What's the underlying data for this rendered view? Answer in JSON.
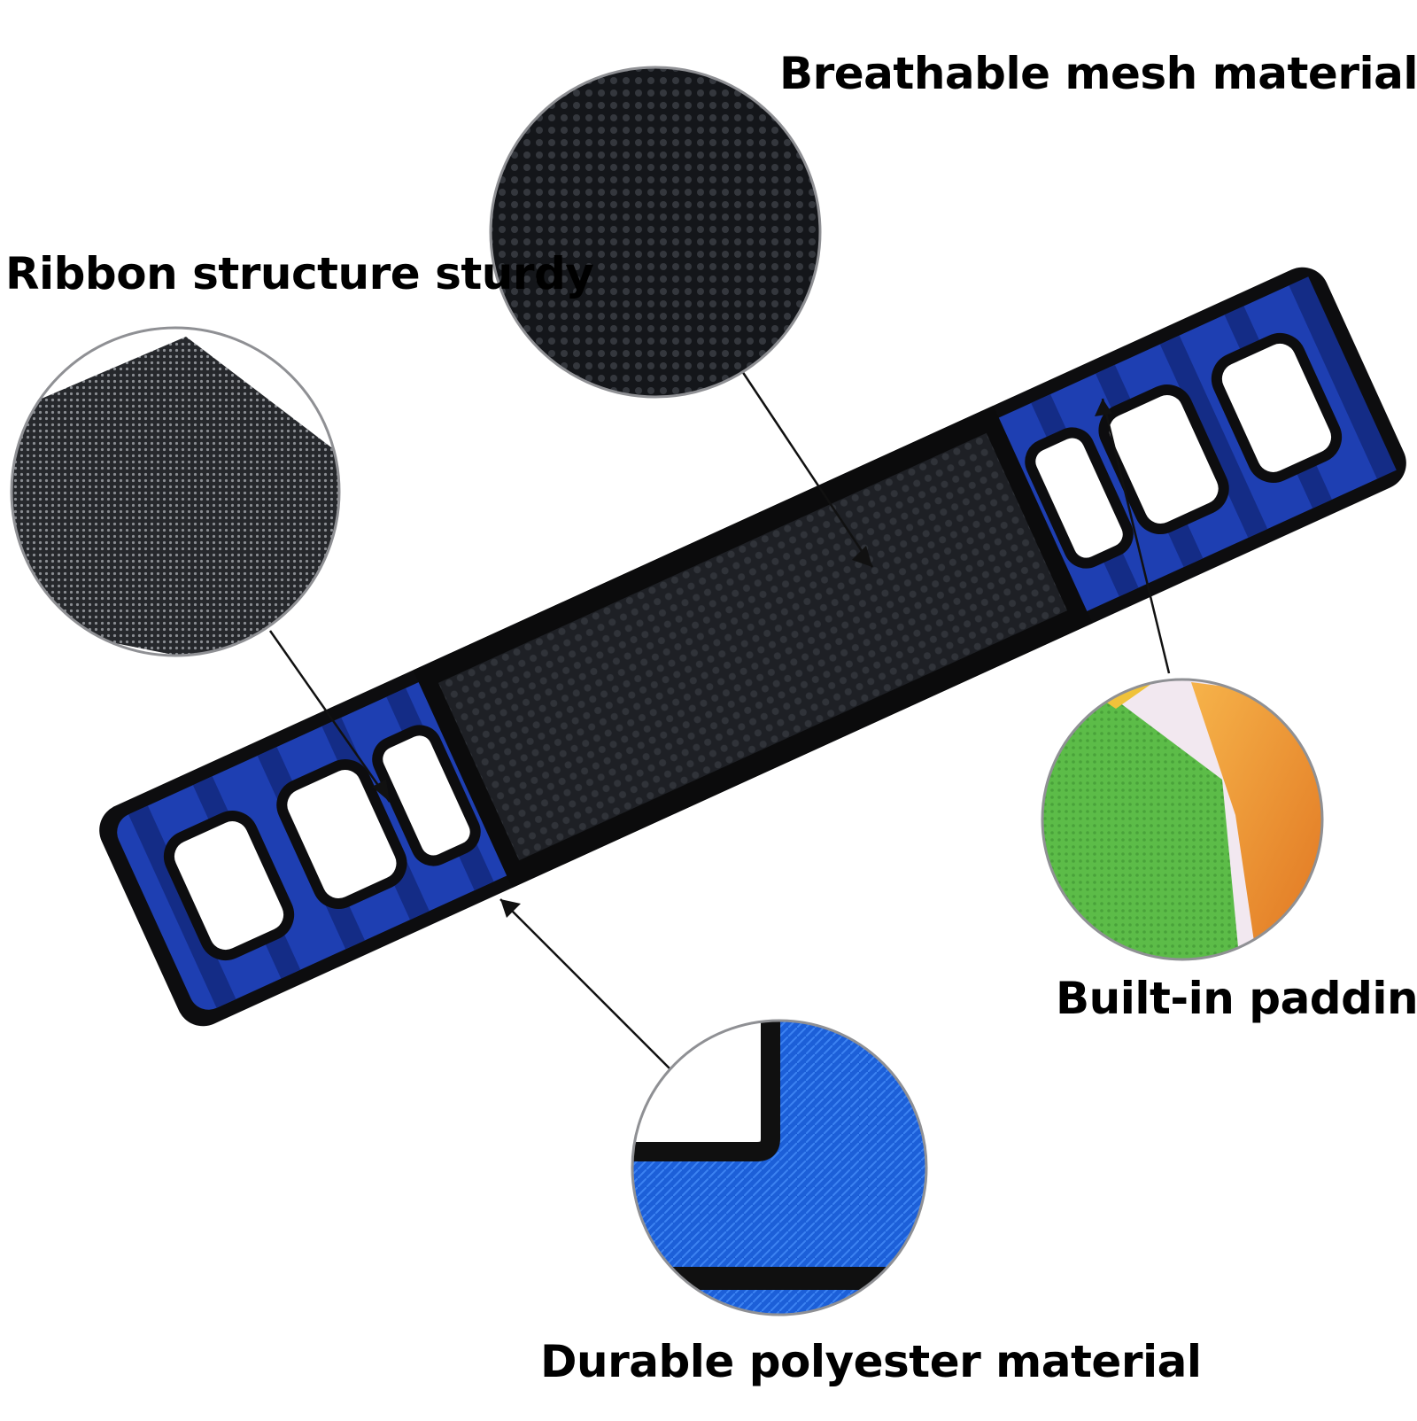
{
  "labels": {
    "mesh": "Breathable mesh material",
    "ribbon": "Ribbon structure sturdy",
    "padding": "Built-in padding",
    "polyester": "Durable polyester material"
  },
  "colors": {
    "background": "#ffffff",
    "strap_blue": "#1f3fb0",
    "strap_blue_dark": "#12287a",
    "strap_black": "#111111",
    "mesh_dark": "#1e2024",
    "padding_green": "#5fbf4a",
    "padding_orange": "#f08a2a",
    "polyester_blue": "#1a5fd6"
  },
  "icons": {
    "mesh_detail": "mesh-texture-icon",
    "ribbon_detail": "ribbon-texture-icon",
    "padding_detail": "foam-padding-icon",
    "polyester_detail": "polyester-fabric-icon"
  }
}
